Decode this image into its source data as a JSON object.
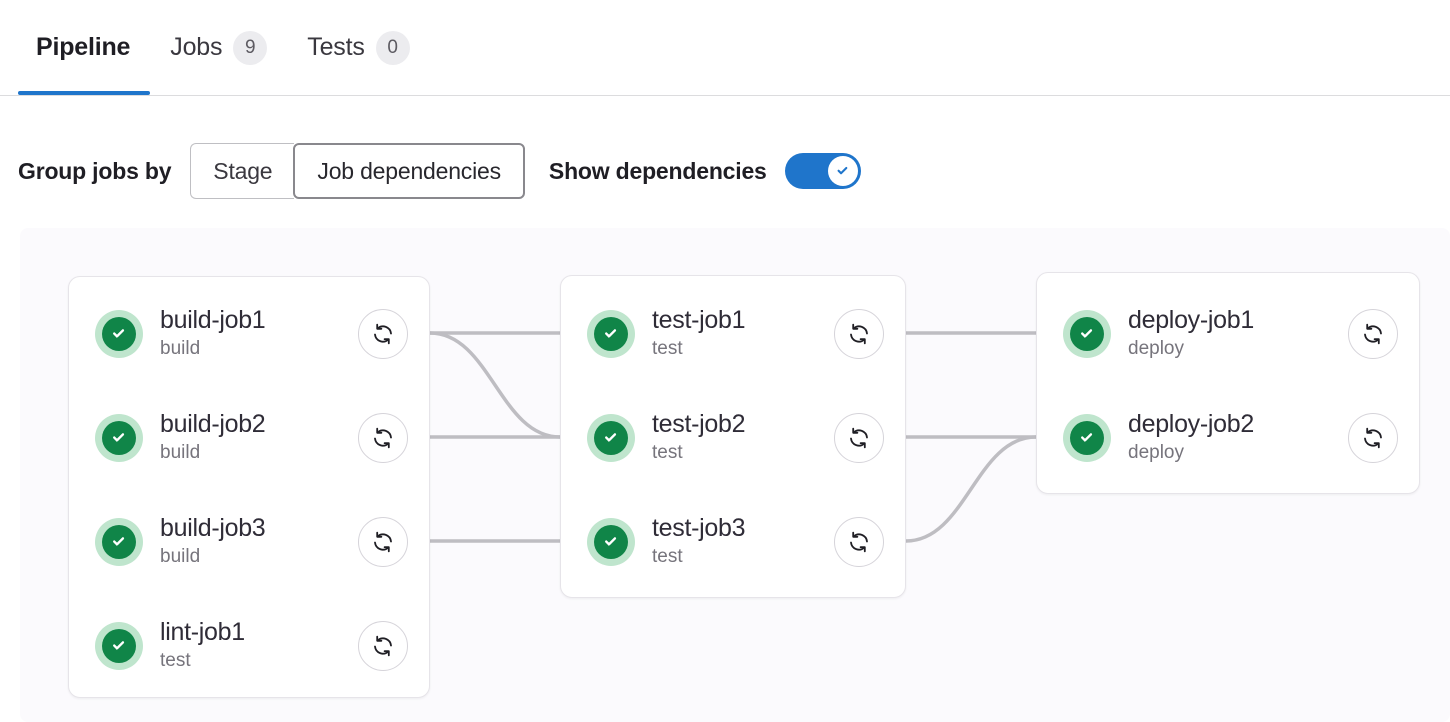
{
  "tabs": [
    {
      "label": "Pipeline",
      "badge": null,
      "active": true,
      "name": "tab-pipeline"
    },
    {
      "label": "Jobs",
      "badge": "9",
      "active": false,
      "name": "tab-jobs"
    },
    {
      "label": "Tests",
      "badge": "0",
      "active": false,
      "name": "tab-tests"
    }
  ],
  "controls": {
    "group_label": "Group jobs by",
    "segments": [
      {
        "label": "Stage",
        "selected": false
      },
      {
        "label": "Job dependencies",
        "selected": true
      }
    ],
    "show_dependencies_label": "Show dependencies",
    "show_dependencies_on": true,
    "toggle_icon": "check-icon"
  },
  "colors": {
    "accent_blue": "#1f75cb",
    "status_green": "#108548",
    "status_green_halo": "#bfe5cd",
    "canvas_bg": "#fbfafd",
    "link_gray": "#bebdc2",
    "card_border": "#e6e4e9"
  },
  "pipeline": {
    "columns": [
      {
        "name": "job-group-1",
        "jobs": [
          {
            "name": "build-job1",
            "stage": "build",
            "status": "success",
            "status_icon": "check-circle-icon",
            "retry_icon": "retry-icon"
          },
          {
            "name": "build-job2",
            "stage": "build",
            "status": "success",
            "status_icon": "check-circle-icon",
            "retry_icon": "retry-icon"
          },
          {
            "name": "build-job3",
            "stage": "build",
            "status": "success",
            "status_icon": "check-circle-icon",
            "retry_icon": "retry-icon"
          },
          {
            "name": "lint-job1",
            "stage": "test",
            "status": "success",
            "status_icon": "check-circle-icon",
            "retry_icon": "retry-icon"
          }
        ]
      },
      {
        "name": "job-group-2",
        "jobs": [
          {
            "name": "test-job1",
            "stage": "test",
            "status": "success",
            "status_icon": "check-circle-icon",
            "retry_icon": "retry-icon"
          },
          {
            "name": "test-job2",
            "stage": "test",
            "status": "success",
            "status_icon": "check-circle-icon",
            "retry_icon": "retry-icon"
          },
          {
            "name": "test-job3",
            "stage": "test",
            "status": "success",
            "status_icon": "check-circle-icon",
            "retry_icon": "retry-icon"
          }
        ]
      },
      {
        "name": "job-group-3",
        "jobs": [
          {
            "name": "deploy-job1",
            "stage": "deploy",
            "status": "success",
            "status_icon": "check-circle-icon",
            "retry_icon": "retry-icon"
          },
          {
            "name": "deploy-job2",
            "stage": "deploy",
            "status": "success",
            "status_icon": "check-circle-icon",
            "retry_icon": "retry-icon"
          }
        ]
      }
    ],
    "links": [
      {
        "from": "build-job1",
        "to": "test-job1",
        "shape": "straight"
      },
      {
        "from": "build-job1",
        "to": "test-job2",
        "shape": "curve-down"
      },
      {
        "from": "build-job2",
        "to": "test-job2",
        "shape": "straight"
      },
      {
        "from": "build-job3",
        "to": "test-job3",
        "shape": "straight"
      },
      {
        "from": "test-job1",
        "to": "deploy-job1",
        "shape": "straight"
      },
      {
        "from": "test-job2",
        "to": "deploy-job2",
        "shape": "straight"
      },
      {
        "from": "test-job3",
        "to": "deploy-job2",
        "shape": "curve-up"
      }
    ]
  }
}
